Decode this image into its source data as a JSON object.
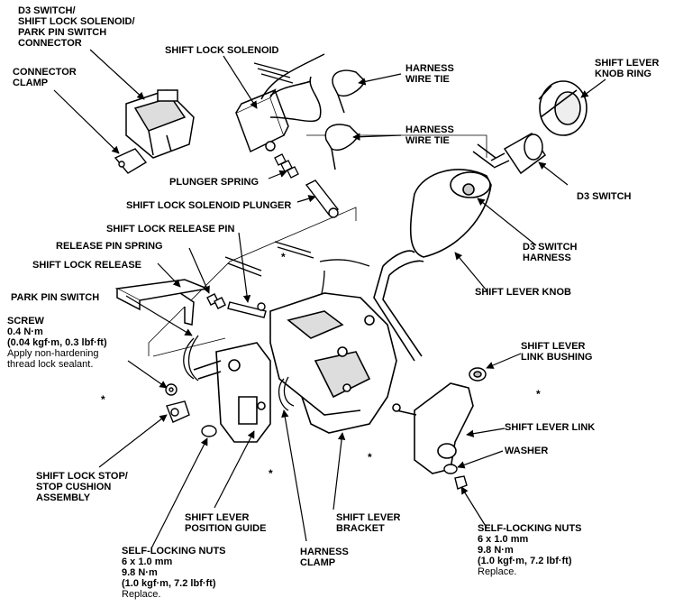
{
  "diagram": {
    "labels": {
      "d3_switch_connector": "D3 SWITCH/\nSHIFT LOCK SOLENOID/\nPARK PIN SWITCH\nCONNECTOR",
      "connector_clamp": "CONNECTOR\nCLAMP",
      "shift_lock_solenoid": "SHIFT LOCK SOLENOID",
      "harness_wire_tie_1": "HARNESS\nWIRE TIE",
      "harness_wire_tie_2": "HARNESS\nWIRE TIE",
      "shift_lever_knob_ring": "SHIFT LEVER\nKNOB RING",
      "d3_switch": "D3 SWITCH",
      "plunger_spring": "PLUNGER SPRING",
      "shift_lock_solenoid_plunger": "SHIFT LOCK SOLENOID PLUNGER",
      "shift_lock_release_pin": "SHIFT LOCK RELEASE PIN",
      "release_pin_spring": "RELEASE PIN SPRING",
      "d3_switch_harness": "D3 SWITCH\nHARNESS",
      "shift_lock_release": "SHIFT LOCK RELEASE",
      "shift_lever_knob": "SHIFT LEVER KNOB",
      "park_pin_switch": "PARK PIN SWITCH",
      "screw_title": "SCREW",
      "screw_spec": "0.4 N·m\n(0.04 kgf·m, 0.3 lbf·ft)",
      "screw_note": "Apply non-hardening\nthread lock sealant.",
      "shift_lever_link_bushing": "SHIFT LEVER\nLINK BUSHING",
      "shift_lever_link": "SHIFT LEVER LINK",
      "washer": "WASHER",
      "shift_lock_stop": "SHIFT LOCK STOP/\nSTOP CUSHION\nASSEMBLY",
      "shift_lever_position_guide": "SHIFT LEVER\nPOSITION GUIDE",
      "shift_lever_bracket": "SHIFT LEVER\nBRACKET",
      "self_locking_nuts_left_title": "SELF-LOCKING NUTS\n6 x 1.0 mm\n9.8 N·m\n(1.0 kgf·m, 7.2 lbf·ft)",
      "self_locking_nuts_left_note": "Replace.",
      "harness_clamp": "HARNESS\nCLAMP",
      "self_locking_nuts_right_title": "SELF-LOCKING NUTS\n6 x 1.0 mm\n9.8 N·m\n(1.0 kgf·m, 7.2 lbf·ft)",
      "self_locking_nuts_right_note": "Replace.",
      "asterisk": "*"
    }
  }
}
